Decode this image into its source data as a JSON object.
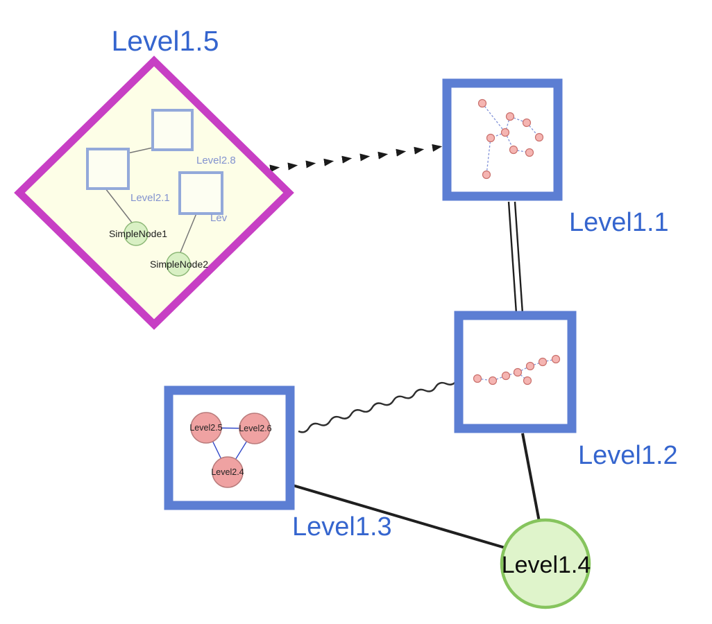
{
  "labels": {
    "level15": "Level1.5",
    "level11": "Level1.1",
    "level12": "Level1.2",
    "level13": "Level1.3",
    "level14": "Level1.4"
  },
  "level15_contents": {
    "squares": [
      {
        "label": "Level2.8"
      },
      {
        "label": "Level2.1"
      },
      {
        "label": "Lev"
      }
    ],
    "simple_nodes": [
      {
        "label": "SimpleNode1"
      },
      {
        "label": "SimpleNode2"
      }
    ]
  },
  "level13_contents": {
    "nodes": [
      {
        "label": "Level2.5"
      },
      {
        "label": "Level2.6"
      },
      {
        "label": "Level2.4"
      }
    ]
  },
  "colors": {
    "label_blue": "#3565CE",
    "node_border_blue": "#5C7ED3",
    "diamond_magenta": "#C73FC4",
    "diamond_fill": "#FDFEE7",
    "green_fill": "#DFF4CB",
    "green_stroke": "#86C45D",
    "pink_fill": "#EFA2A2",
    "pink_stroke": "#B97B7B",
    "edge_black": "#1f1f1f"
  }
}
